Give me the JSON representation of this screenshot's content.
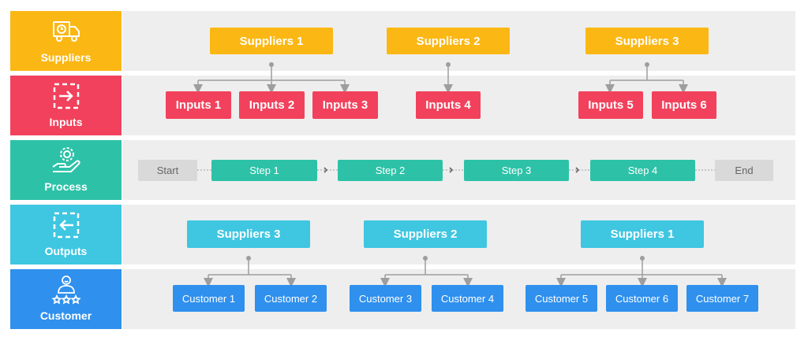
{
  "colors": {
    "suppliers": "#fbb714",
    "inputs": "#f2415c",
    "process": "#2dc2a7",
    "outputs": "#3fc6e1",
    "customer": "#2f90ee",
    "start_end": "#d9d9d9",
    "connector": "#9e9e9e"
  },
  "rows": {
    "suppliers": {
      "label": "Suppliers",
      "icon": "delivery-truck-icon"
    },
    "inputs": {
      "label": "Inputs",
      "icon": "arrow-in-box-icon"
    },
    "process": {
      "label": "Process",
      "icon": "gear-hand-icon"
    },
    "outputs": {
      "label": "Outputs",
      "icon": "arrow-out-box-icon"
    },
    "customer": {
      "label": "Customer",
      "icon": "person-stars-icon"
    }
  },
  "suppliers": [
    "Suppliers 1",
    "Suppliers 2",
    "Suppliers 3"
  ],
  "inputs": [
    "Inputs 1",
    "Inputs 2",
    "Inputs 3",
    "Inputs 4",
    "Inputs 5",
    "Inputs 6"
  ],
  "process": {
    "start": "Start",
    "steps": [
      "Step 1",
      "Step 2",
      "Step 3",
      "Step 4"
    ],
    "end": "End"
  },
  "outputs": [
    "Suppliers 3",
    "Suppliers 2",
    "Suppliers 1"
  ],
  "customers": [
    "Customer 1",
    "Customer 2",
    "Customer 3",
    "Customer 4",
    "Customer 5",
    "Customer 6",
    "Customer 7"
  ]
}
